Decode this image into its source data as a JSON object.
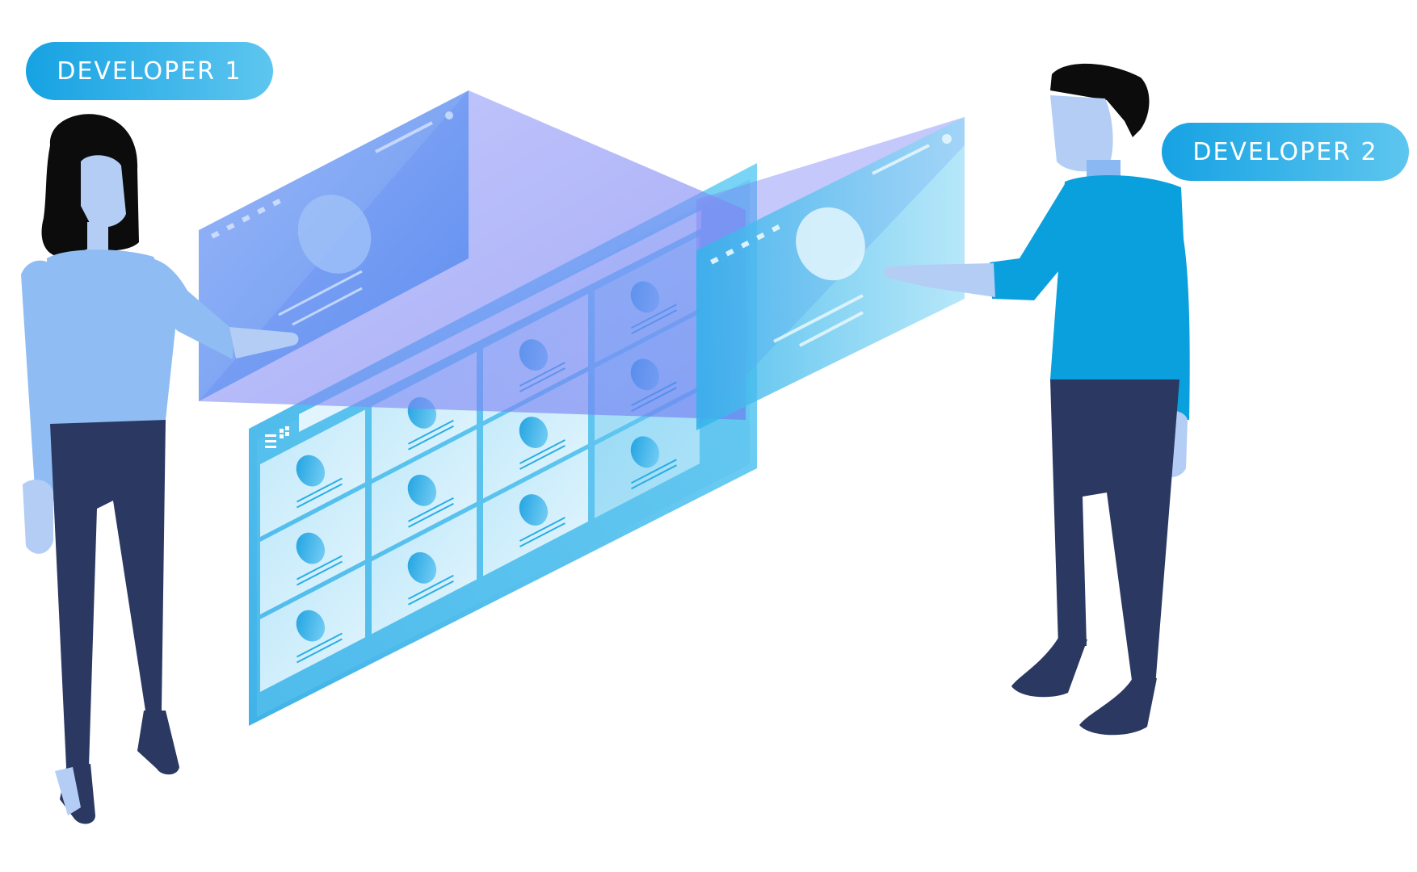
{
  "labels": {
    "developer_1": "DEVELOPER 1",
    "developer_2": "DEVELOPER 2"
  },
  "colors": {
    "pill_start": "#16a2e3",
    "pill_end": "#5ec6ef",
    "woman_top": "#8ebcf3",
    "man_top": "#0aa0dd",
    "pants": "#2a3862",
    "skin": "#b3cdf5",
    "hair": "#0c0c0c",
    "panel_cyan": "#29aee6",
    "panel_violet": "#7b84f5"
  },
  "icons": [
    "woman-figure",
    "man-figure",
    "app-grid-screen",
    "floating-app-window-icon",
    "photo-placeholder-icon"
  ]
}
